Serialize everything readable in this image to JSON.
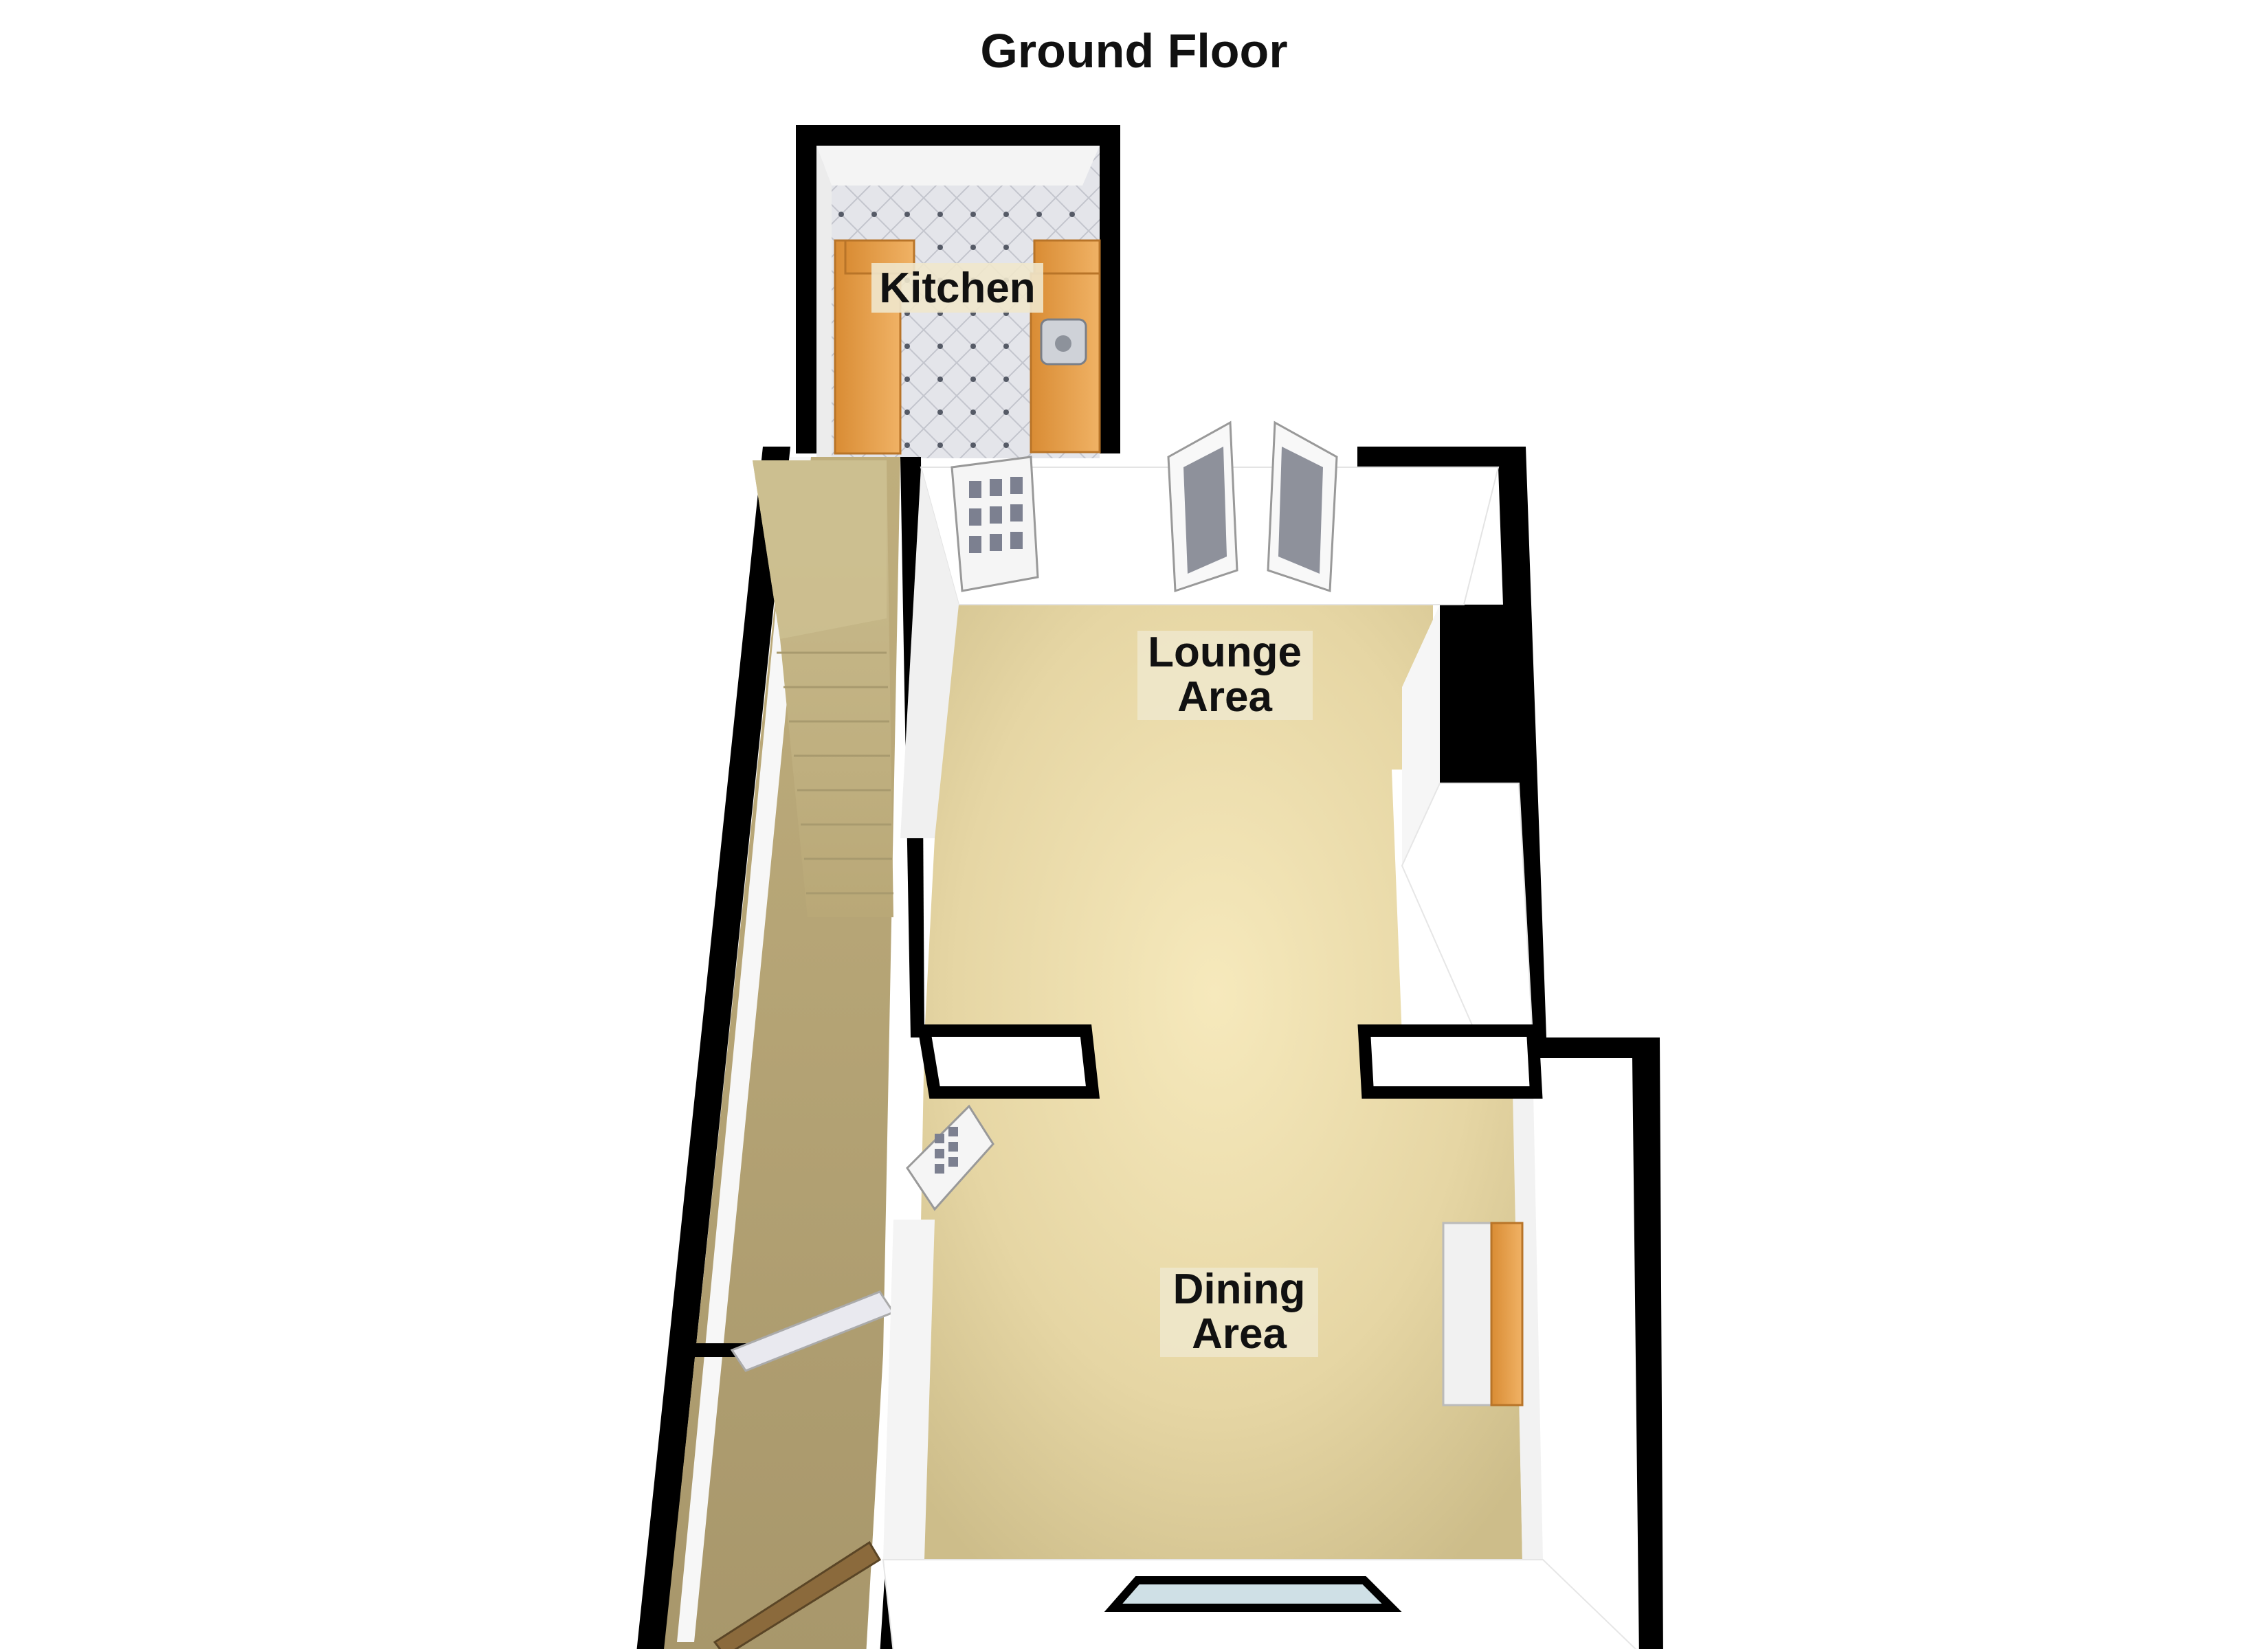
{
  "title": "Ground Floor",
  "rooms": {
    "kitchen": "Kitchen",
    "lounge": [
      "Lounge",
      "Area"
    ],
    "dining": [
      "Dining",
      "Area"
    ]
  },
  "colors": {
    "wall": "#000000",
    "wall_face": "#ffffff",
    "carpet": "#e2d3a0",
    "carpet_center": "#f4e6b8",
    "hall_carpet": "#c9b98a",
    "stairs": "#d6c89a",
    "worktop": "#e6a34e",
    "kitchen_floor": "#dcdce2",
    "label_bg": "#efe7cc"
  }
}
